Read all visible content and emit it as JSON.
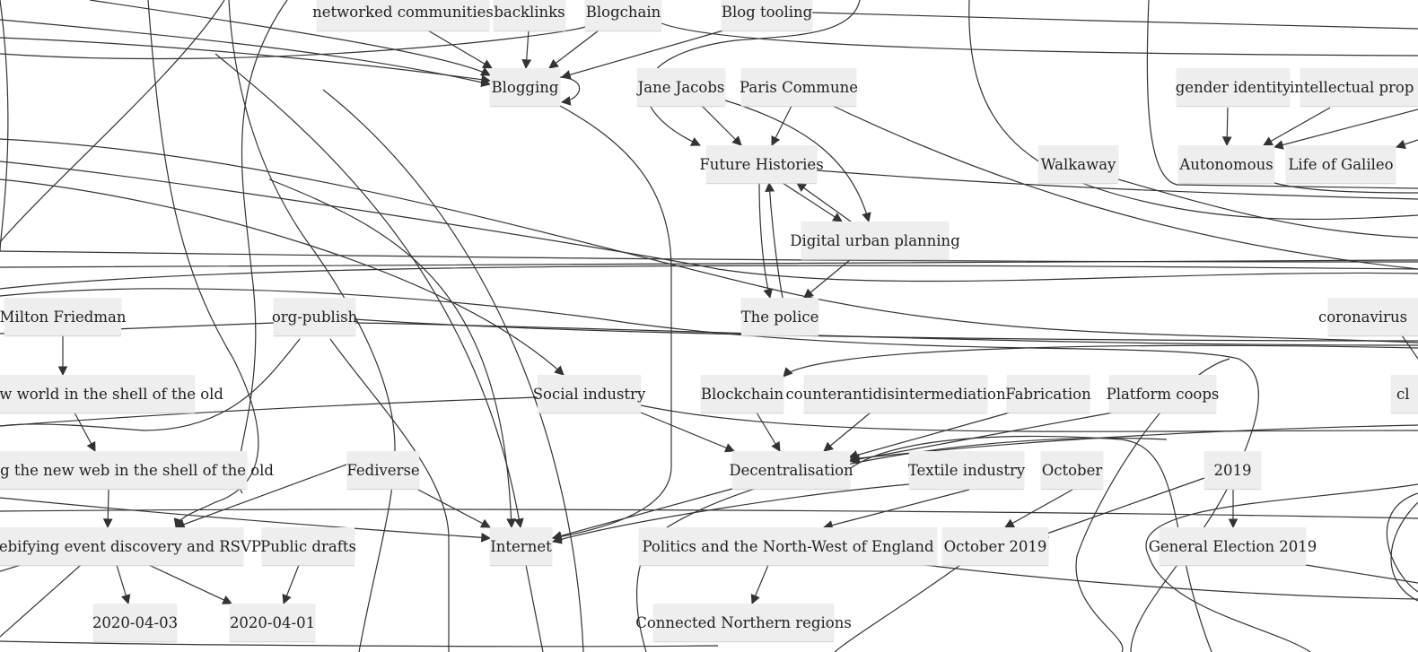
{
  "nodes": {
    "networked_communities": "networked communities",
    "backlinks": "backlinks",
    "blogchain": "Blogchain",
    "blog_tooling": "Blog tooling",
    "blogging": "Blogging",
    "jane_jacobs": "Jane Jacobs",
    "paris_commune": "Paris Commune",
    "gender_identity": "gender identity",
    "intellectual_prop": "intellectual prop",
    "future_histories": "Future Histories",
    "walkaway": "Walkaway",
    "autonomous": "Autonomous",
    "life_of_galileo": "Life of Galileo",
    "digital_urban_planning": "Digital urban planning",
    "milton_friedman": "Milton Friedman",
    "org_publish": "org-publish",
    "the_police": "The police",
    "coronavirus": "coronavirus",
    "new_world_shell": "w world in the shell of the old",
    "social_industry": "Social industry",
    "blockchain": "Blockchain",
    "counterantidisintermediation": "counterantidisintermediation",
    "fabrication": "Fabrication",
    "platform_coops": "Platform coops",
    "cl": "cl",
    "new_web_shell": "g the new web in the shell of the old",
    "fediverse": "Fediverse",
    "decentralisation": "Decentralisation",
    "textile_industry": "Textile industry",
    "october": "October",
    "y2019": "2019",
    "webifying_event": "ebifying event discovery and RSVP",
    "public_drafts": "Public drafts",
    "internet": "Internet",
    "politics_nw_england": "Politics and the North-West of England",
    "october_2019": "October 2019",
    "general_election_2019": "General Election 2019",
    "d20200403": "2020-04-03",
    "d20200401": "2020-04-01",
    "connected_northern_regions": "Connected Northern regions"
  },
  "colors": {
    "node_fill": "#eeeeee",
    "edge": "#333333",
    "background": "#ffffff"
  }
}
